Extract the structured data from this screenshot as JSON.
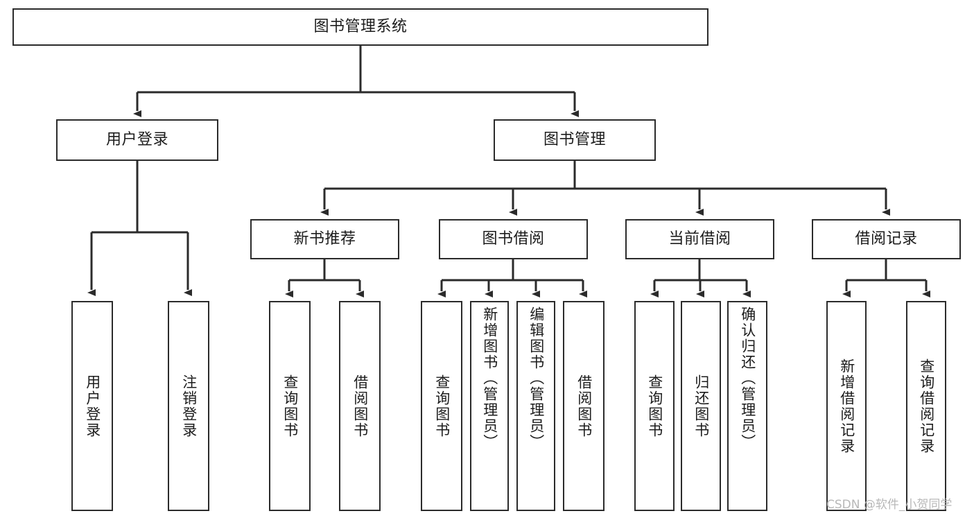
{
  "diagram": {
    "title": "图书管理系统",
    "type": "tree-hierarchy",
    "orientation": "top-down",
    "colors": {
      "stroke": "#2b2b2b",
      "fill": "#ffffff",
      "text": "#1c1c1c",
      "watermark": "#b8b8b8"
    }
  },
  "root": {
    "label": "图书管理系统"
  },
  "level1": [
    {
      "label": "用户登录"
    },
    {
      "label": "图书管理"
    }
  ],
  "level2": [
    {
      "label": "新书推荐"
    },
    {
      "label": "图书借阅"
    },
    {
      "label": "当前借阅"
    },
    {
      "label": "借阅记录"
    }
  ],
  "leaves": {
    "user_login": [
      {
        "label": "用户登录"
      },
      {
        "label": "注销登录"
      }
    ],
    "new_book_recommend": [
      {
        "label": "查询图书"
      },
      {
        "label": "借阅图书"
      }
    ],
    "book_borrow": [
      {
        "label": "查询图书"
      },
      {
        "label": "新增图书（管理员）"
      },
      {
        "label": "编辑图书（管理员）"
      },
      {
        "label": "借阅图书"
      }
    ],
    "current_borrow": [
      {
        "label": "查询图书"
      },
      {
        "label": "归还图书"
      },
      {
        "label": "确认归还（管理员）"
      }
    ],
    "borrow_record": [
      {
        "label": "新增借阅记录"
      },
      {
        "label": "查询借阅记录"
      }
    ]
  },
  "watermark": {
    "text": "CSDN @软件_小贺同学"
  }
}
